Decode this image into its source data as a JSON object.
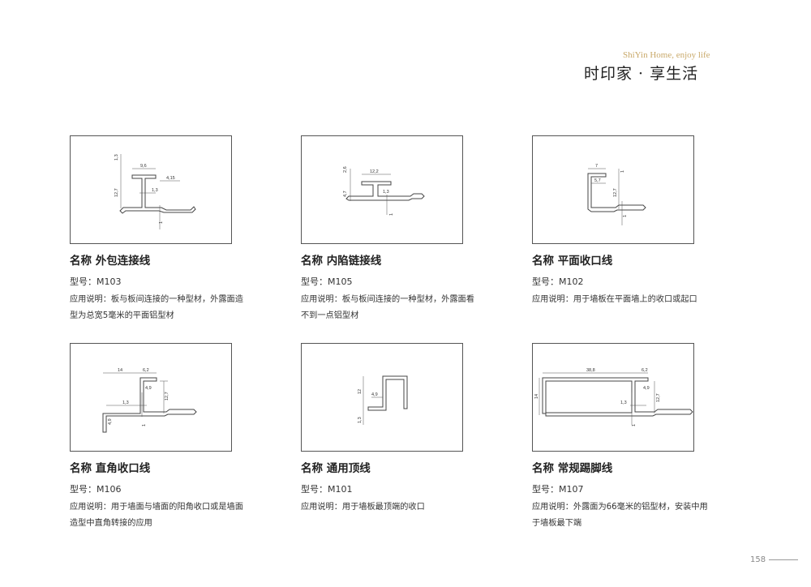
{
  "header": {
    "brand_en": "ShiYin Home, enjoy life",
    "brand_cn": "时印家 · 享生活"
  },
  "items": [
    {
      "title": "名称  外包连接线",
      "model": "型号：M103",
      "desc": "应用说明：板与板间连接的一种型材，外露面造型为总宽5毫米的平面铝型材",
      "dims": [
        "1,3",
        "9,6",
        "4,15",
        "12,7",
        "1,3",
        "1"
      ]
    },
    {
      "title": "名称  内陷链接线",
      "model": "型号：M105",
      "desc": "应用说明：板与板间连接的一种型材，外露面看不到一点铝型材",
      "dims": [
        "2,6",
        "12,2",
        "4,7",
        "1,3",
        "1"
      ]
    },
    {
      "title": "名称  平面收口线",
      "model": "型号：M102",
      "desc": "应用说明：用于墙板在平面墙上的收口或起口",
      "dims": [
        "7",
        "5,7",
        "1",
        "12,7",
        "1"
      ]
    },
    {
      "title": "名称  直角收口线",
      "model": "型号：M106",
      "desc": "应用说明：用于墙面与墙面的阳角收口或是墙面造型中直角转接的应用",
      "dims": [
        "14",
        "6,2",
        "4,9",
        "12,7",
        "1,3",
        "4,9",
        "1"
      ]
    },
    {
      "title": "名称  通用顶线",
      "model": "型号：M101",
      "desc": "应用说明：用于墙板最顶端的收口",
      "dims": [
        "12",
        "4,9",
        "1,3"
      ]
    },
    {
      "title": "名称  常规踢脚线",
      "model": "型号：M107",
      "desc": "应用说明：外露面为66毫米的铝型材，安装中用于墙板最下端",
      "dims": [
        "38,8",
        "6,2",
        "4,9",
        "14",
        "12,7",
        "1,3",
        "1"
      ]
    }
  ],
  "page": {
    "number": "158"
  }
}
